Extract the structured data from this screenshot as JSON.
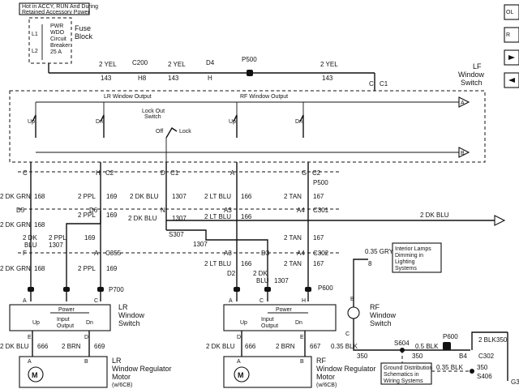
{
  "fuse_block": {
    "hot_note_1": "Hot in ACCY, RUN And During",
    "hot_note_2": "Retained Accessory Power",
    "breaker_lines": [
      "PWR",
      "WDO",
      "Circuit",
      "Breaker",
      "25 A"
    ],
    "l1": "L1",
    "l2": "L2",
    "title_1": "Fuse",
    "title_2": "Block"
  },
  "top_feed": {
    "w1_gauge": "2 YEL",
    "w1_circuit": "143",
    "c200": "C200",
    "h8": "H8",
    "w2_gauge": "2 YEL",
    "w2_circuit": "143",
    "d4": "D4",
    "h": "H",
    "p500": "P500",
    "w3_gauge": "2 YEL",
    "w3_circuit": "143",
    "c": "C",
    "c1": "C1"
  },
  "lf_switch": {
    "title_1": "LF",
    "title_2": "Window",
    "title_3": "Switch",
    "lr_output": "LR Window Output",
    "rf_output": "RF Window Output",
    "lockout_1": "Lock Out",
    "lockout_2": "Switch",
    "off": "Off",
    "lock": "Lock",
    "up": "Up",
    "dn": "Dn",
    "tri_a": "A",
    "tri_b": "B"
  },
  "connectors": {
    "row1": [
      "C",
      "H",
      "C2",
      "D",
      "C1",
      "A",
      "G",
      "C2",
      "P500"
    ],
    "row2": [
      "D5",
      "D6",
      "N",
      "A3",
      "A4",
      "C301"
    ],
    "s307": "S307",
    "row3": [
      "F",
      "A",
      "C355",
      "D3",
      "A4",
      "C302"
    ],
    "row3b": [
      "A3",
      "D2"
    ],
    "p700": "P700",
    "p600": "P600"
  },
  "wires": {
    "dkgrn_1": "2 DK GRN",
    "dkgrn_1c": "168",
    "ppl_1": "2 PPL",
    "ppl_1c": "169",
    "dkblu_1": "2 DK BLU",
    "dkblu_1c": "1307",
    "ltblu_1": "2 LT BLU",
    "ltblu_1c": "166",
    "tan_1": "2 TAN",
    "tan_1c": "167",
    "dkgrn_2": "2 DK GRN",
    "dkgrn_2c": "168",
    "ppl_2": "2 PPL",
    "ppl_2c": "169",
    "dkblu_2": "2 DK BLU",
    "dkblu_2c": "1307",
    "ltblu_2": "2 LT BLU",
    "ltblu_2c": "166",
    "dkblu_right": "2 DK BLU",
    "dkblu_3": "2 DK",
    "dkblu_3b": "BLU",
    "dkblu_3c": "1307",
    "ppl_3": "2 PPL",
    "ppl_3c": "169",
    "s307_c": "1307",
    "tan_3": "2 TAN",
    "tan_3c": "167",
    "dkgrn_4": "2 DK GRN",
    "dkgrn_4c": "168",
    "ppl_4": "2 PPL",
    "ppl_4c": "169",
    "ltblu_4": "2 LT BLU",
    "ltblu_4c": "166",
    "tan_4": "2 TAN",
    "tan_4c": "167",
    "dkblu_5": "2 DK",
    "dkblu_5b": "BLU",
    "dkblu_5c": "1307",
    "gry": "0.35 GRY",
    "gry_c": "8"
  },
  "lr_switch": {
    "title_1": "LR",
    "title_2": "Window",
    "title_3": "Switch",
    "power": "Power",
    "input": "Input",
    "output": "Output",
    "up": "Up",
    "dn": "Dn",
    "pins_top": [
      "A",
      "C"
    ],
    "pins_bottom": [
      "E",
      "D"
    ]
  },
  "rf_switch": {
    "title_1": "RF",
    "title_2": "Window",
    "title_3": "Switch",
    "power": "Power",
    "input": "Input",
    "output": "Output",
    "up": "Up",
    "dn": "Dn",
    "pins_top": [
      "A",
      "C",
      "H"
    ],
    "pins_bottom": [
      "D",
      "E"
    ],
    "pin_b": "B",
    "pin_c": "C"
  },
  "lr_motor": {
    "wire_a_gauge": "2 DK BLU",
    "wire_a_circuit": "666",
    "wire_b_gauge": "2 BRN",
    "wire_b_circuit": "669",
    "pin_a": "A",
    "pin_b": "B",
    "title_1": "LR",
    "title_2": "Window Regulator",
    "title_3": "Motor",
    "note": "(w/6CB)"
  },
  "rf_motor": {
    "wire_a_gauge": "2 DK BLU",
    "wire_a_circuit": "666",
    "wire_b_gauge": "2 BRN",
    "wire_b_circuit": "667",
    "pin_a": "A",
    "pin_b": "B",
    "title_1": "RF",
    "title_2": "Window Regulator",
    "title_3": "Motor",
    "note": "(w/6CB)"
  },
  "interior_lamps": [
    "Interior Lamps",
    "Dimming in",
    "Lighting",
    "Systems"
  ],
  "ground": {
    "blk_1": "0.35 BLK",
    "blk_1c": "350",
    "s604": "S604",
    "s604c": "350",
    "blk_2": "0.5 BLK",
    "p600": "P600",
    "b4": "B4",
    "c302": "C302",
    "blk_3": "0.35 BLK",
    "blk_3c": "350",
    "s406": "S406",
    "blk_big": "2 BLK",
    "blk_big_c": "350",
    "g": "G3",
    "dist_1": "Ground Distribution",
    "dist_2": "Schematics in",
    "dist_3": "Wiring Systems"
  },
  "legend_icons": [
    "ocl-icon",
    "ro-icon",
    "arrow-right-icon",
    "arrow-left-icon"
  ]
}
